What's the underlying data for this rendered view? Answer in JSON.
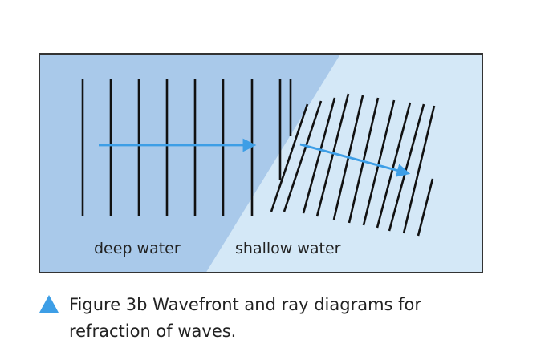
{
  "diagram": {
    "labels": {
      "deep": "deep water",
      "shallow": "shallow water"
    },
    "colors": {
      "deep_fill": "#a9c9ea",
      "shallow_fill": "#d4e8f7",
      "ray": "#3d9ee6",
      "wavefront": "#111111",
      "border": "#333333"
    }
  },
  "caption": {
    "marker_icon": "triangle-up-icon",
    "marker_color": "#3d9ee6",
    "line1": "Figure 3b Wavefront and ray diagrams for",
    "line2": "refraction of waves."
  }
}
